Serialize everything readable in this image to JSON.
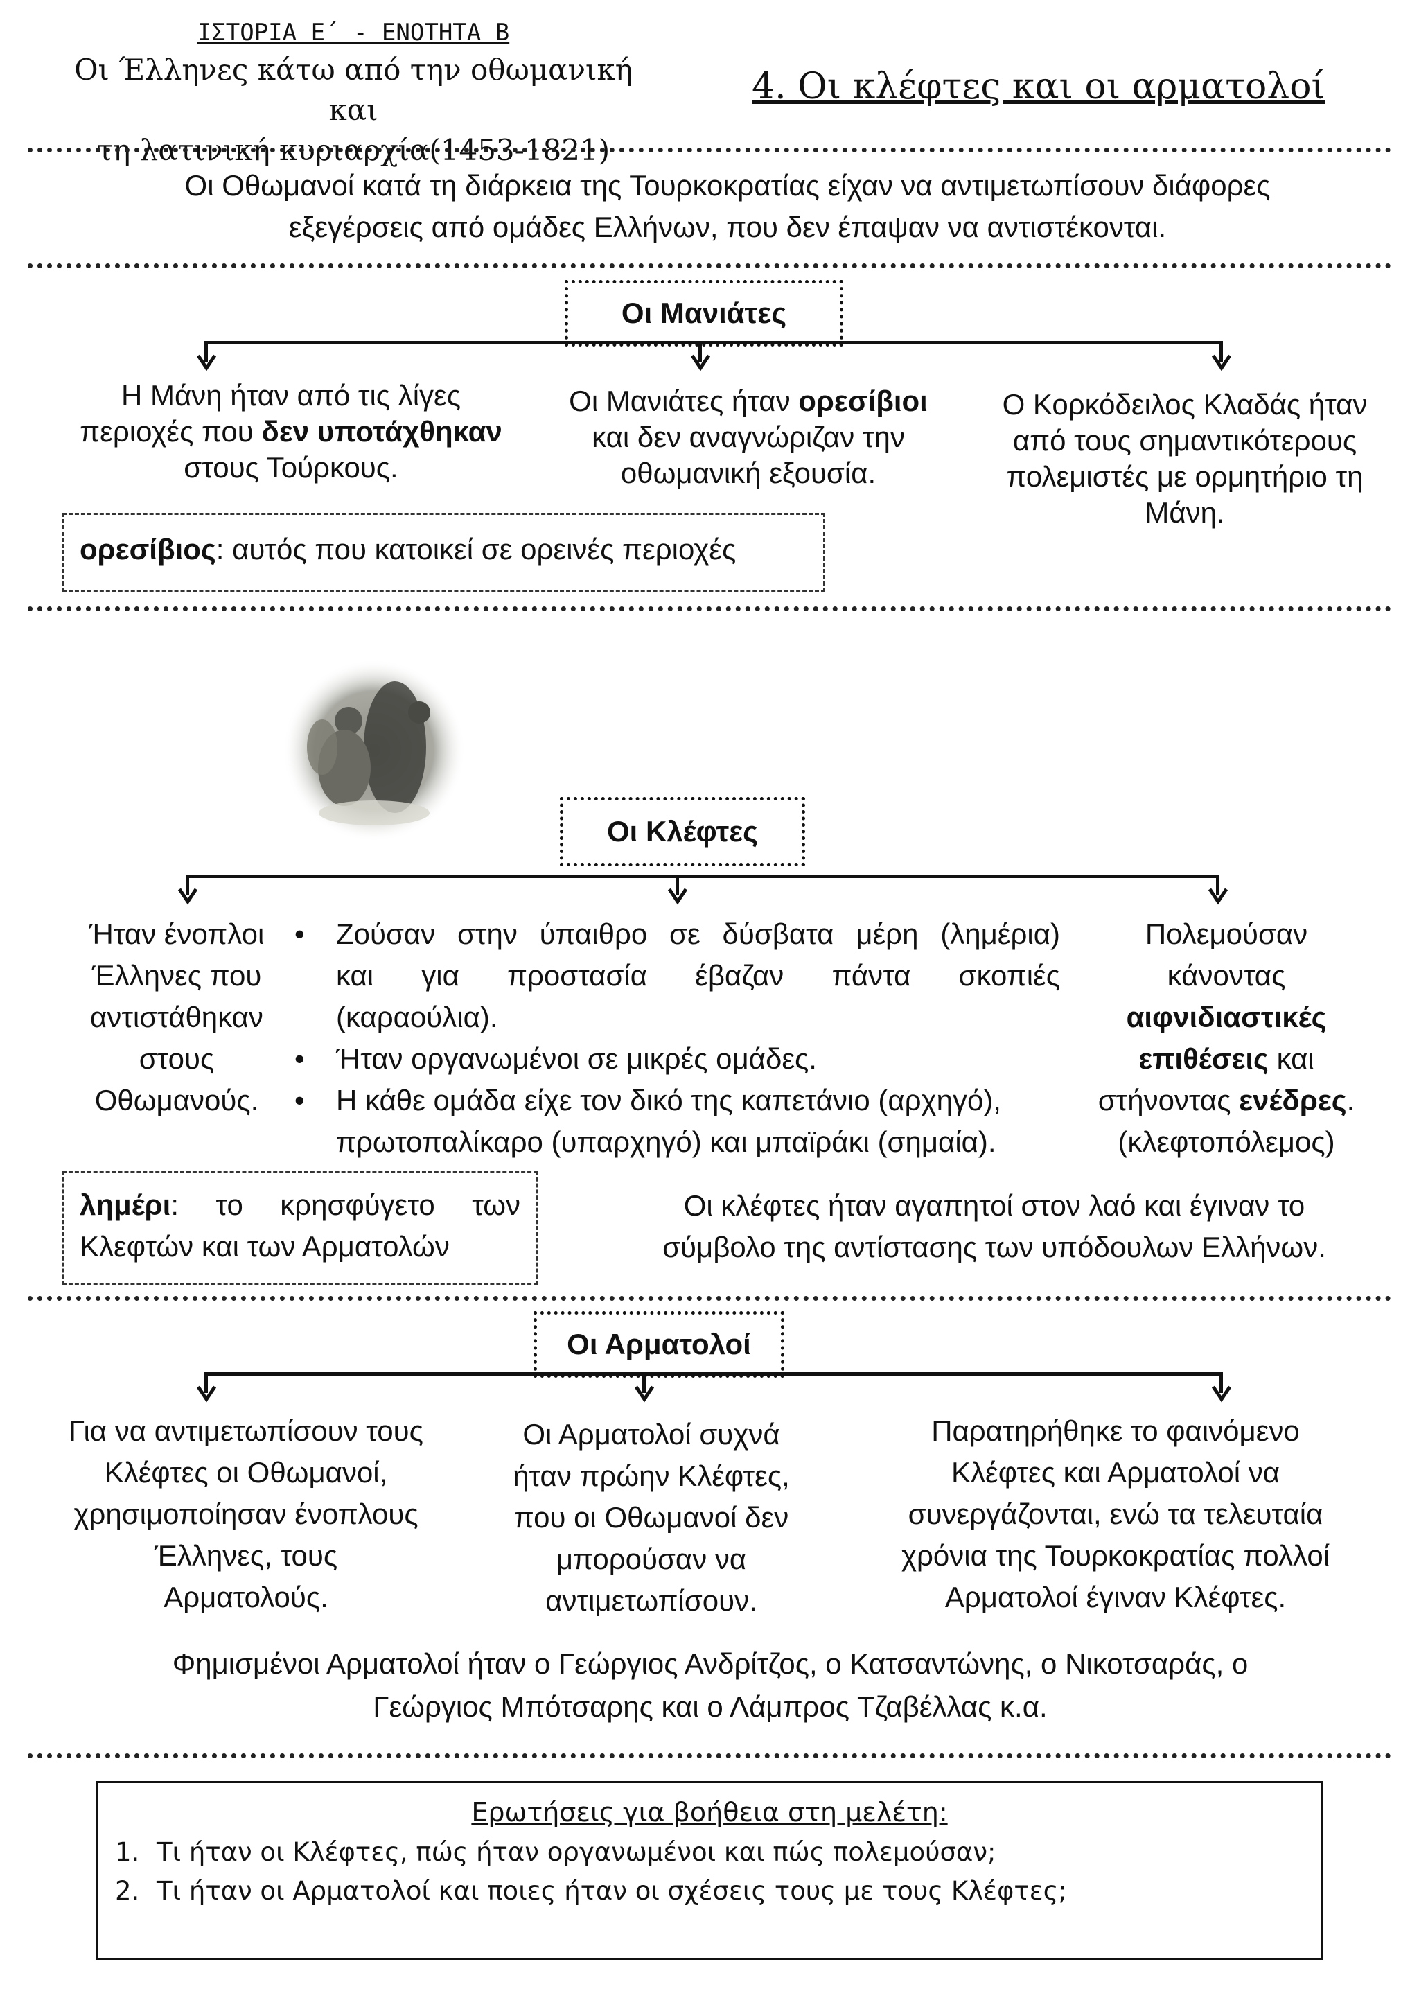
{
  "header": {
    "subject": "ΙΣΤΟΡΙΑ Ε΄ - ΕΝΟΤΗΤΑ Β",
    "unit_line1": "Οι Έλληνες κάτω από την οθωμανική και",
    "unit_line2": "τη λατινική κυριαρχία(1453-1821)",
    "lesson_title": "4. Οι κλέφτες και οι αρματολοί"
  },
  "intro": {
    "line1": "Οι Οθωμανοί κατά τη διάρκεια της Τουρκοκρατίας είχαν να αντιμετωπίσουν διάφορες",
    "line2": "εξεγέρσεις από ομάδες Ελλήνων, που δεν έπαψαν να αντιστέκονται."
  },
  "maniates": {
    "title": "Οι Μανιάτες",
    "col1": {
      "l1": "Η Μάνη ήταν από τις λίγες",
      "l2a": "περιοχές που ",
      "l2b": "δεν υποτάχθηκαν",
      "l3": "στους Τούρκους."
    },
    "col2": {
      "l1a": "Οι Μανιάτες ήταν ",
      "l1b": "ορεσίβιοι",
      "l2": "και δεν αναγνώριζαν την",
      "l3": "οθωμανική εξουσία."
    },
    "col3": {
      "l1": "Ο Κορκόδειλος Κλαδάς ήταν",
      "l2": "από τους σημαντικότερους",
      "l3": "πολεμιστές με ορμητήριο τη",
      "l4": "Μάνη."
    },
    "definition": {
      "term": "ορεσίβιος",
      "text": ": αυτός που κατοικεί σε ορεινές περιοχές"
    }
  },
  "kleftes": {
    "title": "Οι Κλέφτες",
    "col1": {
      "l1": "Ήταν ένοπλοι",
      "l2": "Έλληνες που",
      "l3": "αντιστάθηκαν",
      "l4": "στους",
      "l5": "Οθωμανούς."
    },
    "bullets": [
      {
        "l1": "Ζούσαν στην ύπαιθρο σε δύσβατα μέρη (λημέρια)",
        "l2": "και για προστασία έβαζαν πάντα σκοπιές",
        "l3": "(καραούλια)."
      },
      {
        "l1": "Ήταν οργανωμένοι σε μικρές ομάδες."
      },
      {
        "l1": "Η κάθε ομάδα είχε τον δικό της καπετάνιο (αρχηγό),",
        "l2": "πρωτοπαλίκαρο (υπαρχηγό) και μπαϊράκι (σημαία)."
      }
    ],
    "col3": {
      "l1": "Πολεμούσαν",
      "l2": "κάνοντας",
      "l3": "αιφνιδιαστικές",
      "l4b": "επιθέσεις",
      "l4": " και",
      "l5a": "στήνοντας ",
      "l5b": "ενέδρες",
      "l5c": ".",
      "l6": "(κλεφτοπόλεμος)"
    },
    "definition": {
      "term": "λημέρι",
      "text1": ": το κρησφύγετο των",
      "text2": "Κλεφτών και των Αρματολών"
    },
    "note": {
      "l1": "Οι κλέφτες ήταν αγαπητοί στον λαό και έγιναν το",
      "l2": "σύμβολο της αντίστασης των υπόδουλων Ελλήνων."
    }
  },
  "armatoloi": {
    "title": "Οι Αρματολοί",
    "col1": {
      "l1": "Για να αντιμετωπίσουν τους",
      "l2": "Κλέφτες οι Οθωμανοί,",
      "l3": "χρησιμοποίησαν ένοπλους",
      "l4": "Έλληνες, τους",
      "l5": "Αρματολούς."
    },
    "col2": {
      "l1": "Οι Αρματολοί συχνά",
      "l2": "ήταν πρώην Κλέφτες,",
      "l3": "που οι Οθωμανοί δεν",
      "l4": "μπορούσαν να",
      "l5": "αντιμετωπίσουν."
    },
    "col3": {
      "l1": "Παρατηρήθηκε το φαινόμενο",
      "l2": "Κλέφτες και Αρματολοί να",
      "l3": "συνεργάζονται, ενώ τα τελευταία",
      "l4": "χρόνια της Τουρκοκρατίας πολλοί",
      "l5": "Αρματολοί έγιναν Κλέφτες."
    },
    "famous": {
      "l1": "Φημισμένοι Αρματολοί ήταν ο Γεώργιος Ανδρίτζος, ο Κατσαντώνης, ο Νικοτσαράς, ο",
      "l2": "Γεώργιος Μπότσαρης και ο Λάμπρος Τζαβέλλας κ.α."
    }
  },
  "questions": {
    "title": "Ερωτήσεις για βοήθεια στη μελέτη:",
    "items": [
      {
        "num": "1.",
        "text": "Τι ήταν οι Κλέφτες, πώς ήταν οργανωμένοι και πώς πολεμούσαν;"
      },
      {
        "num": "2.",
        "text": "Τι ήταν οι Αρματολοί και ποιες ήταν οι σχέσεις τους με τους Κλέφτες;"
      }
    ]
  },
  "image": {
    "icon": "klefts-engraving-illustration"
  }
}
